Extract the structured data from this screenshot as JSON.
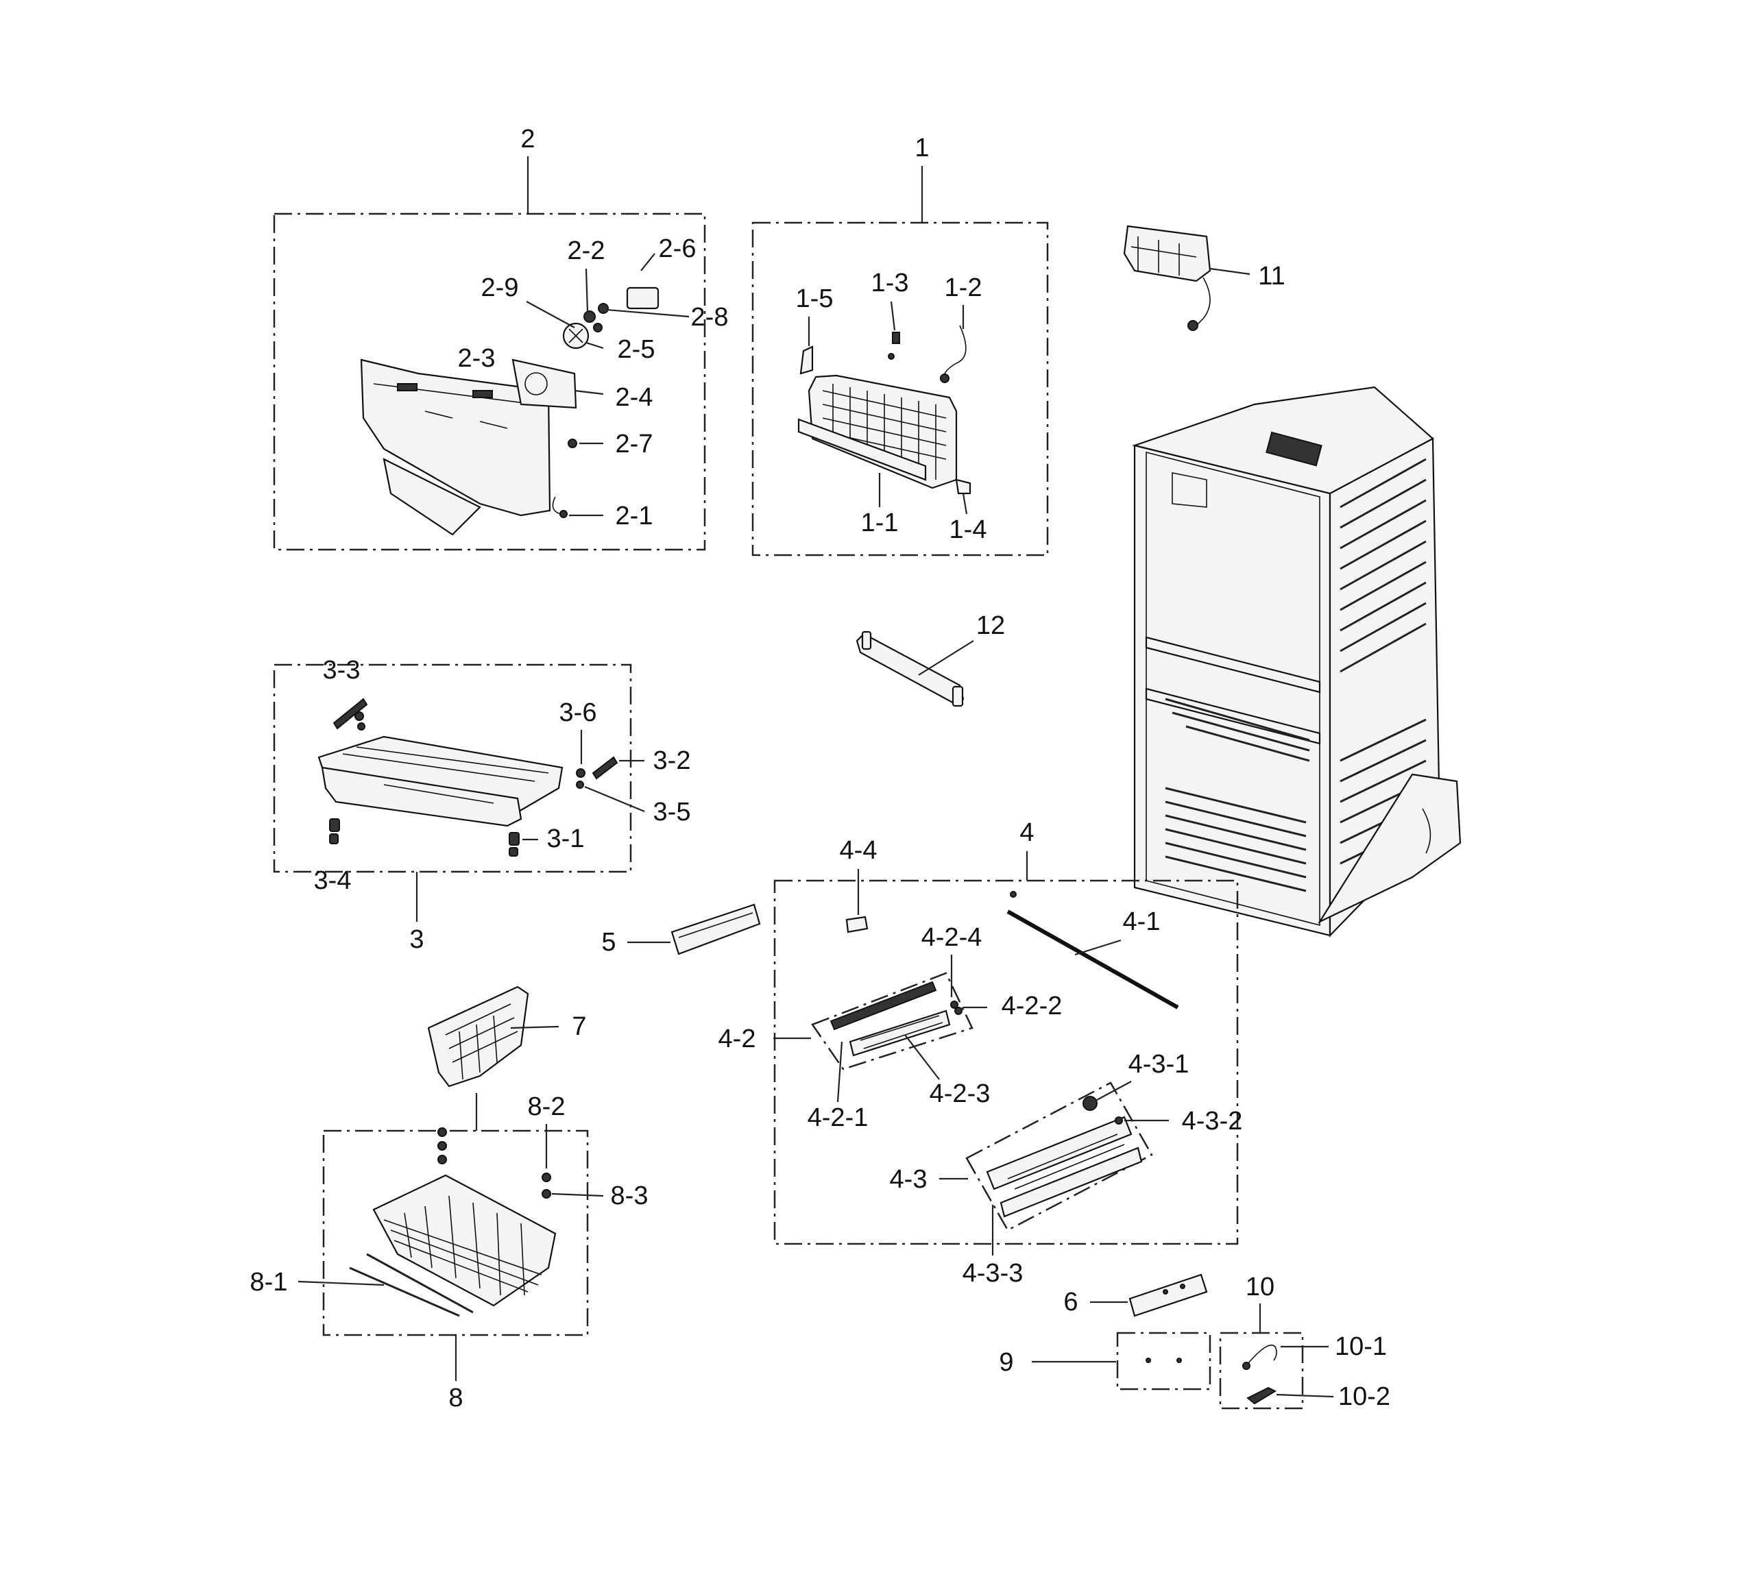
{
  "callouts": {
    "c1": "1",
    "c1_1": "1-1",
    "c1_2": "1-2",
    "c1_3": "1-3",
    "c1_4": "1-4",
    "c1_5": "1-5",
    "c2": "2",
    "c2_1": "2-1",
    "c2_2": "2-2",
    "c2_3": "2-3",
    "c2_4": "2-4",
    "c2_5": "2-5",
    "c2_6": "2-6",
    "c2_7": "2-7",
    "c2_8": "2-8",
    "c2_9": "2-9",
    "c3": "3",
    "c3_1": "3-1",
    "c3_2": "3-2",
    "c3_3": "3-3",
    "c3_4": "3-4",
    "c3_5": "3-5",
    "c3_6": "3-6",
    "c4": "4",
    "c4_1": "4-1",
    "c4_2": "4-2",
    "c4_2_1": "4-2-1",
    "c4_2_2": "4-2-2",
    "c4_2_3": "4-2-3",
    "c4_2_4": "4-2-4",
    "c4_3": "4-3",
    "c4_3_1": "4-3-1",
    "c4_3_2": "4-3-2",
    "c4_3_3": "4-3-3",
    "c4_4": "4-4",
    "c5": "5",
    "c6": "6",
    "c7": "7",
    "c8": "8",
    "c8_1": "8-1",
    "c8_2": "8-2",
    "c8_3": "8-3",
    "c9": "9",
    "c10": "10",
    "c10_1": "10-1",
    "c10_2": "10-2",
    "c11": "11",
    "c12": "12"
  }
}
